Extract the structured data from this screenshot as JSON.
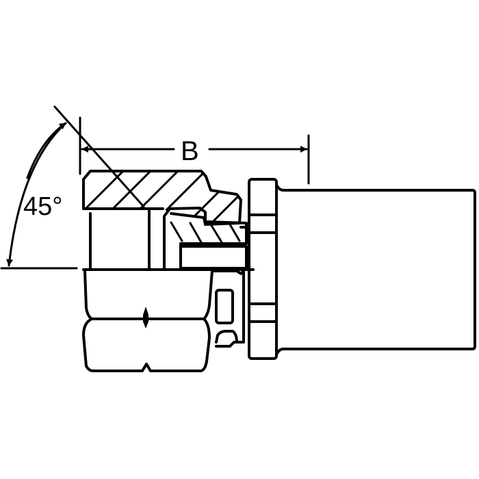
{
  "diagram": {
    "type": "technical-drawing",
    "subject": "hose fitting, female swivel nut with 45 degree flare seat",
    "labels": {
      "angle": "45°",
      "dimension": "B"
    },
    "colors": {
      "line": "#000000",
      "background": "#ffffff"
    },
    "parts": [
      {
        "name": "swivel-nut",
        "sectioned": true
      },
      {
        "name": "nipple-seat",
        "sectioned": true
      },
      {
        "name": "crimp-hex-collar"
      },
      {
        "name": "ferrule-sleeve"
      }
    ]
  }
}
